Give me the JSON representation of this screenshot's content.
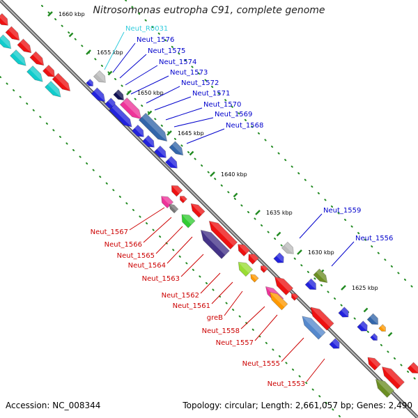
{
  "title": "Nitrosomonas eutropha C91, complete genome",
  "footer": {
    "accession": "Accession: NC_008344",
    "stats": "Topology: circular; Length: 2,661,057 bp; Genes: 2,490"
  },
  "colors": {
    "forward_label": "#0000cc",
    "reverse_label": "#cc0000",
    "rna_label": "#33ccdd",
    "tick": "#228b22",
    "backbone": "#777777"
  },
  "scale_ticks": [
    "1660 kbp",
    "1655 kbp",
    "1650 kbp",
    "1645 kbp",
    "1640 kbp",
    "1635 kbp",
    "1630 kbp",
    "1625 kbp"
  ],
  "labels": {
    "top": [
      "Neut_R0031",
      "Neut_1576",
      "Neut_1575",
      "Neut_1574",
      "Neut_1573",
      "Neut_1572",
      "Neut_1571",
      "Neut_1570",
      "Neut_1569",
      "Neut_1568"
    ],
    "right": [
      "Neut_1559",
      "Neut_1556"
    ],
    "bottom": [
      "Neut_1567",
      "Neut_1566",
      "Neut_1565",
      "Neut_1564",
      "Neut_1563",
      "Neut_1562",
      "Neut_1561",
      "greB",
      "Neut_1558",
      "Neut_1557",
      "Neut_1555",
      "Neut_1553"
    ]
  }
}
